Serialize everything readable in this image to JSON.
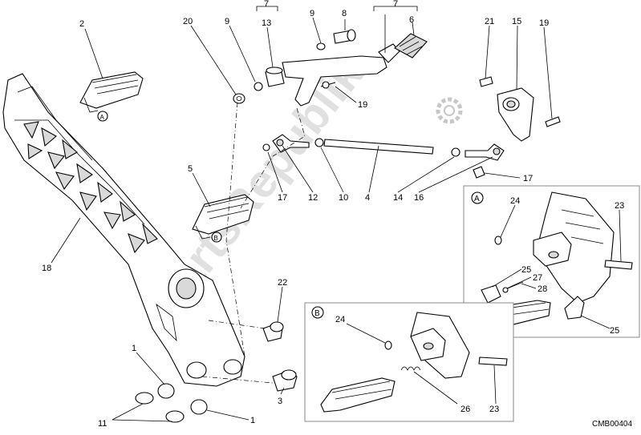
{
  "diagram": {
    "code": "CMB00404",
    "watermark": "PartsRepublik",
    "callouts": {
      "c1": "1",
      "c1b": "1",
      "c2": "2",
      "c3": "3",
      "c4": "4",
      "c5": "5",
      "c6": "6",
      "c7a": "7",
      "c7b": "7",
      "c8": "8",
      "c9a": "9",
      "c9b": "9",
      "c10": "10",
      "c11": "11",
      "c12": "12",
      "c13": "13",
      "c14": "14",
      "c15": "15",
      "c16": "16",
      "c17a": "17",
      "c17b": "17",
      "c18": "18",
      "c19a": "19",
      "c19b": "19",
      "c20": "20",
      "c21": "21",
      "c22": "22"
    },
    "markers": {
      "a": "A",
      "b": "B"
    },
    "detail_a": {
      "marker": "A",
      "callouts": {
        "c23": "23",
        "c24": "24",
        "c25a": "25",
        "c25b": "25",
        "c27": "27",
        "c28": "28"
      }
    },
    "detail_b": {
      "marker": "B",
      "callouts": {
        "c23": "23",
        "c24": "24",
        "c26": "26"
      }
    }
  }
}
